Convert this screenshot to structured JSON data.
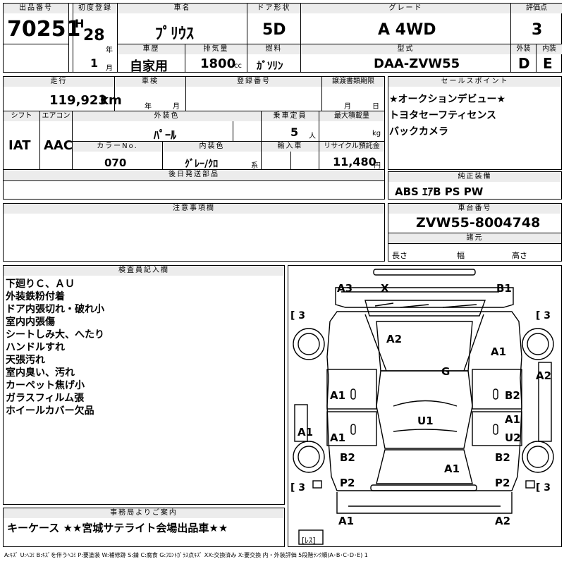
{
  "header": {
    "lot_label": "出品番号",
    "lot_value": "70251",
    "reg_label": "初度登録",
    "era": "H",
    "year": "28",
    "year_unit": "年",
    "month": "1",
    "month_unit": "月",
    "name_label": "車名",
    "name_value": "ﾌﾟﾘｳｽ",
    "door_label": "ドア形状",
    "door_value": "5D",
    "grade_label": "グレード",
    "grade_value": "A 4WD",
    "score_label": "評価点",
    "score_value": "3",
    "history_label": "車歴",
    "history_value": "自家用",
    "disp_label": "排気量",
    "disp_value": "1800",
    "disp_unit": "cc",
    "fuel_label": "燃料",
    "fuel_value": "ｶﾞｿﾘﾝ",
    "model_label": "型式",
    "model_value": "DAA-ZVW55",
    "ext_label": "外装",
    "ext_value": "D",
    "int_label": "内装",
    "int_value": "E"
  },
  "row2": {
    "mileage_label": "走行",
    "mileage_value": "119,923",
    "mileage_unit": "km",
    "inspect_label": "車検",
    "inspect_year_unit": "年",
    "inspect_month_unit": "月",
    "plate_label": "登録番号",
    "transfer_label": "譲渡書類期限",
    "transfer_month_unit": "月",
    "transfer_day_unit": "日",
    "shift_label": "シフト",
    "shift_value": "IAT",
    "ac_label": "エアコン",
    "ac_value": "AAC",
    "color_label": "外装色",
    "color_value": "ﾊﾟｰﾙ",
    "capacity_label": "乗車定員",
    "capacity_value": "5",
    "capacity_unit": "人",
    "load_label": "最大積載量",
    "load_unit": "kg",
    "colorno_label": "カラーNo.",
    "colorno_value": "070",
    "intcolor_label": "内装色",
    "intcolor_value": "ｸﾞﾚｰ/ｸﾛ",
    "intcolor_unit": "系",
    "import_label": "輸入車",
    "recycle_label": "リサイクル預託金",
    "recycle_value": "11,480",
    "recycle_unit": "円",
    "later_label": "後日発送部品"
  },
  "sales": {
    "label": "セールスポイント",
    "lines": [
      "★オークションデビュー★",
      "トヨタセーフティセンス",
      "バックカメラ"
    ]
  },
  "equip": {
    "label": "純正装備",
    "value": "ABS ｴｱB PS PW"
  },
  "caution": {
    "label": "注意事項欄"
  },
  "chassis": {
    "label": "車台番号",
    "value": "ZVW55-8004748",
    "dims_label": "諸元",
    "len": "長さ",
    "wid": "幅",
    "hgt": "高さ"
  },
  "inspector": {
    "label": "検査員記入欄",
    "notes": [
      "下廻りＣ、ＡＵ",
      "外装鉄粉付着",
      "ドア内張切れ・破れ小",
      "室内内張傷",
      "シートしみ大、へたり",
      "ハンドルすれ",
      "天張汚れ",
      "室内臭い、汚れ",
      "カーペット焦げ小",
      "ガラスフィルム張",
      "ホイールカバー欠品"
    ]
  },
  "diagram": {
    "marks": {
      "fl_bumper": "A3",
      "front_center": "X",
      "fr_bumper": "B1",
      "hood": "A2",
      "right_fender": "A1",
      "right_edge": "A2",
      "roof": "G",
      "l_front_door": "A1",
      "r_front_door": "B2",
      "cabin": "U1",
      "r_rear_door_a": "A1",
      "r_rear_door_u": "U2",
      "l_rear_door": "A1",
      "l_side": "A1",
      "l_rear_fender": "B2",
      "trunk": "A1",
      "r_rear_fender": "B2",
      "l_rear": "P2",
      "r_rear": "P2",
      "rl_bumper": "A1",
      "rr_bumper": "A2"
    },
    "brackets": [
      "[ 3",
      "[ 3",
      "[ 3",
      "[ 3"
    ],
    "remote": "[ﾚｽ]"
  },
  "office": {
    "label": "事務局よりご案内",
    "text": "キーケース ★★宮城サテライト会場出品車★★"
  },
  "legend": "A:ｷｽﾞ U:ﾍｺﾐ B:ｷｽﾞを伴うﾍｺﾐ P:要塗装 W:補修跡 S:錆 C:腐食 G:ﾌﾛﾝﾄｶﾞﾗｽ点ｷｽﾞ XX:交換済み X:要交換 内・外装評価 5段階ﾗﾝｸ順(A･B･C･D･E) 1"
}
